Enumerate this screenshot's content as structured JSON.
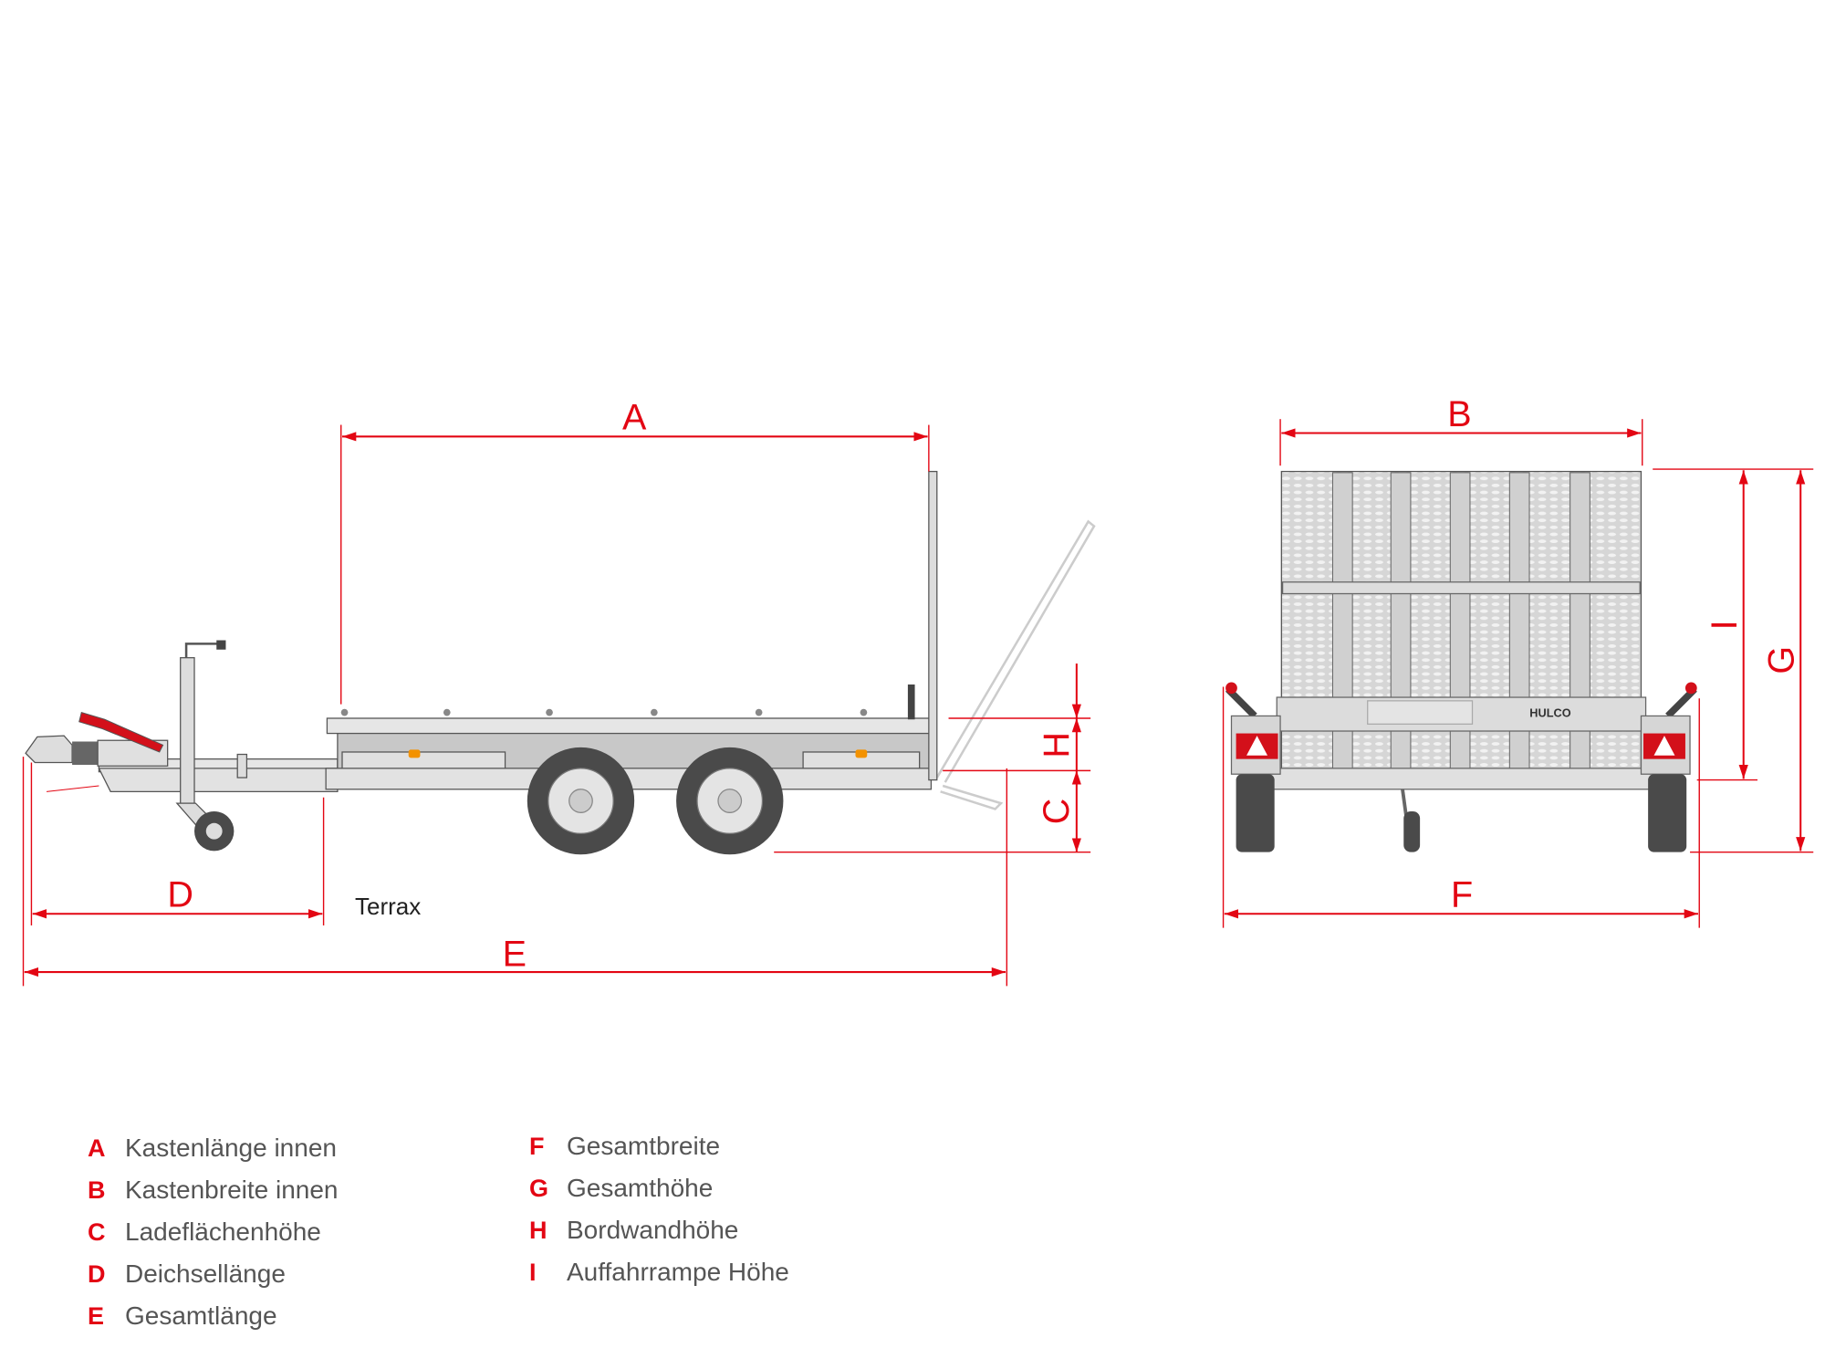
{
  "model_name": "Terrax",
  "brand_mark": "HULCO",
  "colors": {
    "dimension": "#e30613",
    "body": "#e4e4e4",
    "tyre": "#4a4a4a",
    "light_red": "#d3101a",
    "marker_orange": "#f39200"
  },
  "dimensions": {
    "A": "A",
    "B": "B",
    "C": "C",
    "D": "D",
    "E": "E",
    "F": "F",
    "G": "G",
    "H": "H",
    "I": "I"
  },
  "legend": {
    "left": [
      {
        "key": "A",
        "label": "Kastenlänge innen"
      },
      {
        "key": "B",
        "label": "Kastenbreite innen"
      },
      {
        "key": "C",
        "label": "Ladeflächenhöhe"
      },
      {
        "key": "D",
        "label": "Deichsellänge"
      },
      {
        "key": "E",
        "label": "Gesamtlänge"
      }
    ],
    "right": [
      {
        "key": "F",
        "label": "Gesamtbreite"
      },
      {
        "key": "G",
        "label": "Gesamthöhe"
      },
      {
        "key": "H",
        "label": "Bordwandhöhe"
      },
      {
        "key": "I",
        "label": "Auffahrrampe Höhe"
      }
    ]
  }
}
